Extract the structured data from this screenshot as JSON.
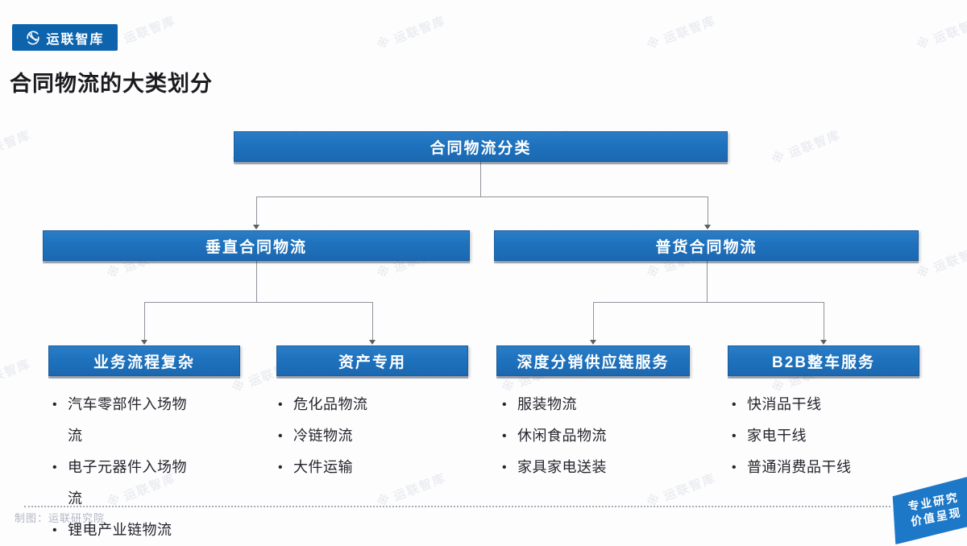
{
  "header": {
    "logo_text": "运联智库",
    "title": "合同物流的大类划分"
  },
  "watermark": {
    "text": "运联智库",
    "swirl": "※"
  },
  "tree": {
    "root_label": "合同物流分类",
    "branches": [
      {
        "label": "垂直合同物流",
        "children": [
          {
            "label": "业务流程复杂",
            "items": [
              "汽车零部件入场物流",
              "电子元器件入场物流",
              "锂电产业链物流"
            ]
          },
          {
            "label": "资产专用",
            "items": [
              "危化品物流",
              "冷链物流",
              "大件运输"
            ]
          }
        ]
      },
      {
        "label": "普货合同物流",
        "children": [
          {
            "label": "深度分销供应链服务",
            "items": [
              "服装物流",
              "休闲食品物流",
              "家具家电送装"
            ]
          },
          {
            "label": "B2B整车服务",
            "items": [
              "快消品干线",
              "家电干线",
              "普通消费品干线"
            ]
          }
        ]
      }
    ]
  },
  "footer": {
    "credit": "制图：运联研究院",
    "ribbon": {
      "line1": "专业研究",
      "line2": "价值呈现"
    }
  },
  "bullet_char": "•",
  "colors": {
    "node_blue": "#1e72bd",
    "logo_blue": "#0d64ad",
    "ribbon_blue": "#1e78c8",
    "connector_gray": "#8f9399",
    "credit_gray": "#b2b7c1"
  }
}
